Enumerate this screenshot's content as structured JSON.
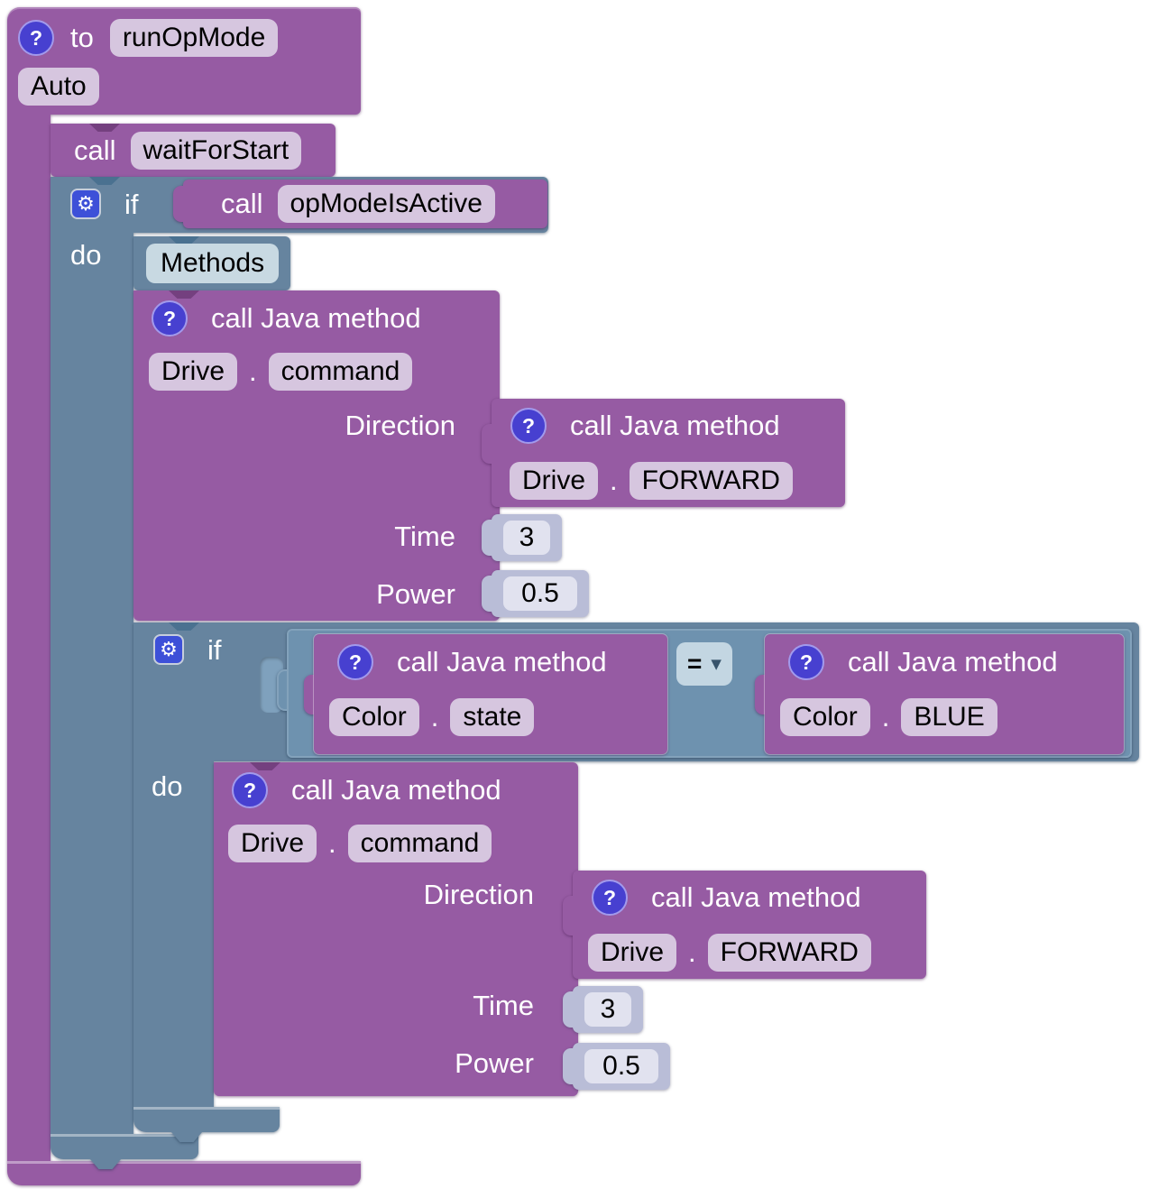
{
  "colors": {
    "block_purple": "#965BA3",
    "block_slate": "#66849F",
    "comparison_slate": "#6E92AF",
    "field_purple": "#D6C6DF",
    "methods_field": "#C8D9E2",
    "equals_field": "#C3D6E2",
    "number_block": "#B9BDD7",
    "number_field": "#E1E2EF",
    "gear_icon_bg": "#3D50D8",
    "help_icon_bg": "#4740D0"
  },
  "icons": {
    "help_glyph": "?",
    "gear_glyph": "⚙",
    "dropdown_glyph": "▼"
  },
  "root_block": {
    "keyword": "to",
    "name_field": "runOpMode",
    "annotation_field": "Auto"
  },
  "wait_block": {
    "keyword": "call",
    "method_field": "waitForStart"
  },
  "outer_if": {
    "if_label": "if",
    "do_label": "do"
  },
  "opmode_block": {
    "keyword": "call",
    "method_field": "opModeIsActive"
  },
  "methods_block": {
    "label_field": "Methods"
  },
  "drive_call_1": {
    "title": "call Java method",
    "object_field": "Drive",
    "dot": ".",
    "method_field": "command",
    "direction_label": "Direction",
    "time_label": "Time",
    "power_label": "Power"
  },
  "forward_call_1": {
    "title": "call Java method",
    "object_field": "Drive",
    "dot": ".",
    "method_field": "FORWARD"
  },
  "time_value_1": "3",
  "power_value_1": "0.5",
  "inner_if": {
    "if_label": "if",
    "do_label": "do"
  },
  "comparison": {
    "operator": "="
  },
  "color_state_call": {
    "title": "call Java method",
    "object_field": "Color",
    "dot": ".",
    "method_field": "state"
  },
  "color_blue_call": {
    "title": "call Java method",
    "object_field": "Color",
    "dot": ".",
    "method_field": "BLUE"
  },
  "drive_call_2": {
    "title": "call Java method",
    "object_field": "Drive",
    "dot": ".",
    "method_field": "command",
    "direction_label": "Direction",
    "time_label": "Time",
    "power_label": "Power"
  },
  "forward_call_2": {
    "title": "call Java method",
    "object_field": "Drive",
    "dot": ".",
    "method_field": "FORWARD"
  },
  "time_value_2": "3",
  "power_value_2": "0.5"
}
